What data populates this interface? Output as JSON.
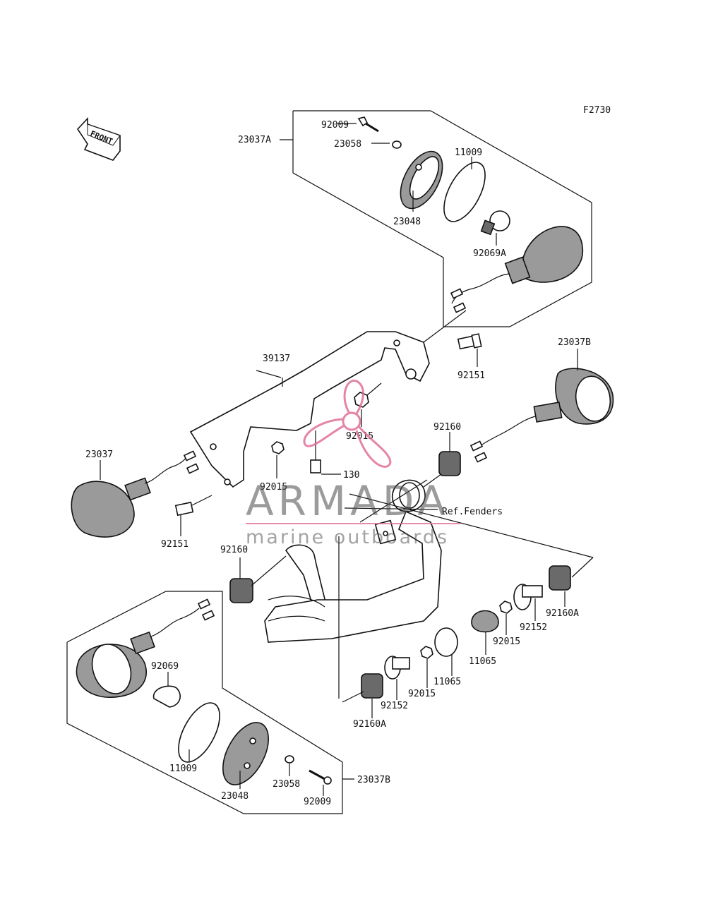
{
  "figure_id": "F2730",
  "front_arrow_label": "FRONT",
  "reference_label": "Ref.Fenders",
  "watermark": {
    "brand": "ARMADA",
    "tagline": "marine outboards",
    "logo_color": "#e0709a"
  },
  "labels": {
    "a_92009": "92009",
    "a_23058": "23058",
    "a_23037A": "23037A",
    "a_11009": "11009",
    "a_23048": "23048",
    "a_92069A": "92069A",
    "b_23037B": "23037B",
    "b_39137": "39137",
    "b_92151_r": "92151",
    "b_92015_c": "92015",
    "b_92160_r": "92160",
    "b_23037": "23037",
    "b_130": "130",
    "b_92015_l": "92015",
    "b_92151_l": "92151",
    "b_92160_l": "92160",
    "b_92160A_r": "92160A",
    "b_92152_r": "92152",
    "b_92015_r2": "92015",
    "b_11065_r": "11065",
    "b_11065_c": "11065",
    "b_92015_c2": "92015",
    "b_92152_c": "92152",
    "b_92160A_c": "92160A",
    "c_92069": "92069",
    "c_11009": "11009",
    "c_23048": "23048",
    "c_23058": "23058",
    "c_92009": "92009",
    "c_23037B": "23037B"
  }
}
